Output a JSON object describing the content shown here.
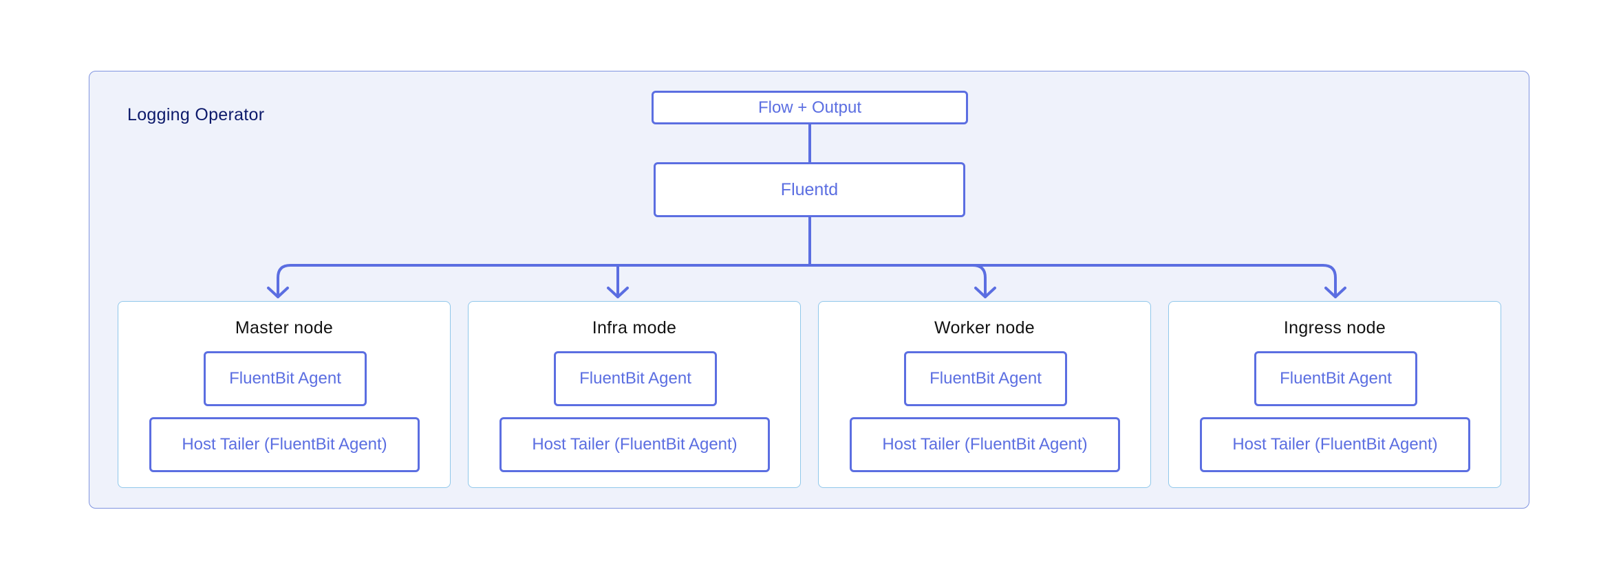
{
  "diagram": {
    "title": "Logging Operator",
    "flow_label": "Flow + Output",
    "fluentd_label": "Fluentd",
    "nodes": [
      {
        "title": "Master node",
        "agent_label": "FluentBit Agent",
        "tailer_label": "Host Tailer (FluentBit Agent)"
      },
      {
        "title": "Infra mode",
        "agent_label": "FluentBit Agent",
        "tailer_label": "Host Tailer (FluentBit Agent)"
      },
      {
        "title": "Worker node",
        "agent_label": "FluentBit Agent",
        "tailer_label": "Host Tailer (FluentBit Agent)"
      },
      {
        "title": "Ingress node",
        "agent_label": "FluentBit Agent",
        "tailer_label": "Host Tailer (FluentBit Agent)"
      }
    ]
  },
  "colors": {
    "accent": "#5b6ee1",
    "container_background": "#eff2fb",
    "container_border": "#7f93df",
    "node_border": "#8fc7ea",
    "title_text": "#0d1a6b"
  }
}
